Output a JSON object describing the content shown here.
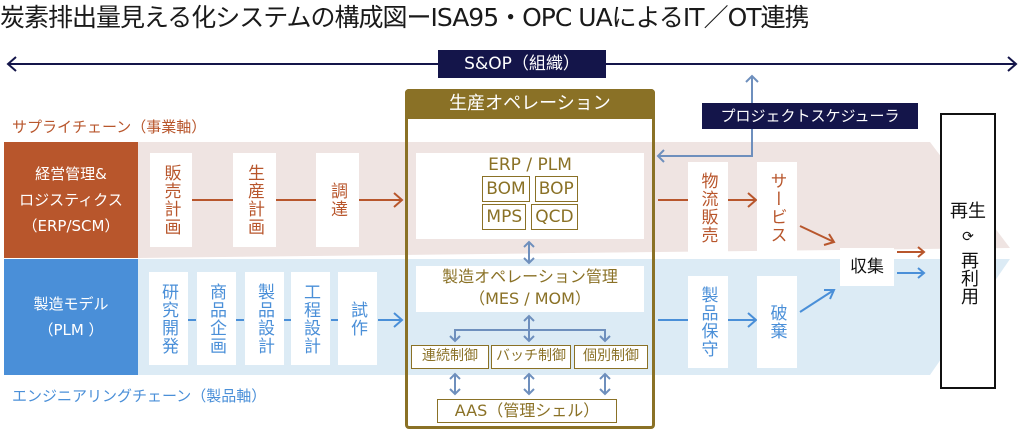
{
  "title": "炭素排出量見える化システムの構成図ーISA95・OPC UAによるIT／OT連携",
  "sop": {
    "label": "S&OP（組織）"
  },
  "supply_chain": {
    "label": "サプライチェーン（事業軸）",
    "side_box": [
      "経営管理&",
      "ロジスティクス",
      "（ERP/SCM）"
    ],
    "steps": [
      "販売計画",
      "生産計画",
      "調達"
    ],
    "downstream": [
      "物流販売",
      "サービス"
    ]
  },
  "engineering_chain": {
    "label": "エンジニアリングチェーン（製品軸）",
    "side_box": [
      "製造モデル",
      "（PLM ）"
    ],
    "steps": [
      "研究開発",
      "商品企画",
      "製品設計",
      "工程設計",
      "試作"
    ],
    "downstream": [
      "製品保守",
      "破棄"
    ]
  },
  "production": {
    "header": "生産オペレーション",
    "erp_title": "ERP / PLM",
    "modules": [
      "BOM",
      "BOP",
      "MPS",
      "QCD"
    ],
    "mes": [
      "製造オペレーション管理",
      "（MES / MOM）"
    ],
    "controls": [
      "連続制御",
      "バッチ制御",
      "個別制御"
    ],
    "aas": "AAS（管理シェル）"
  },
  "scheduler": {
    "label": "プロジェクトスケジューラ"
  },
  "collect": {
    "label": "収集"
  },
  "regen": {
    "top": "再生",
    "icon": "recycle-icon",
    "icon_glyph": "⟳",
    "bottom": "再利用"
  },
  "colors": {
    "supply_orange": "#b8562c",
    "engineering_blue": "#4a8fd8",
    "production_gold": "#8a7126",
    "navy": "#14154a",
    "supply_band": "#efe4e2",
    "engineering_band": "#dcebf5"
  }
}
